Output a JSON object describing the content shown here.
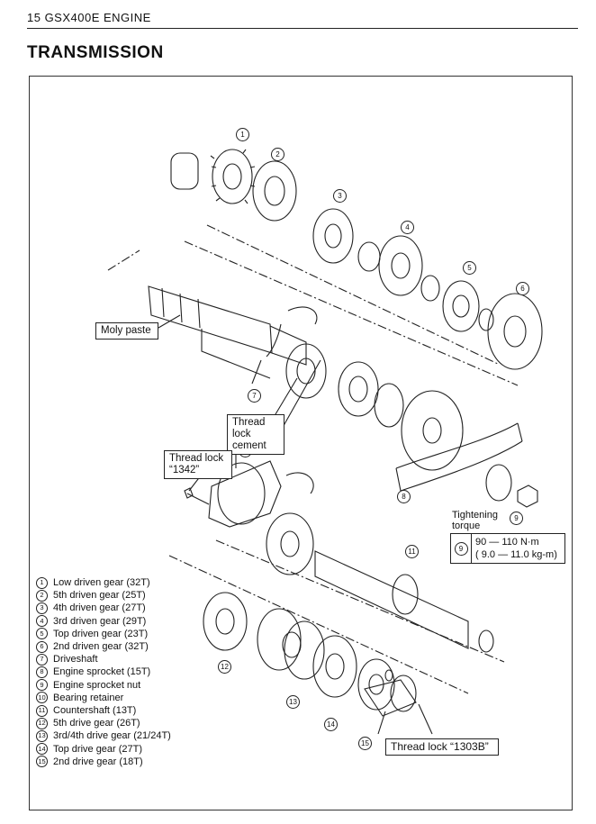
{
  "header": {
    "page_label": "15   GSX400E ENGINE"
  },
  "section_title": "TRANSMISSION",
  "callouts": {
    "moly_paste": "Moly paste",
    "thread_lock_cement_1": "Thread lock",
    "thread_lock_cement_2": "cement",
    "thread_lock_1342_1": "Thread lock",
    "thread_lock_1342_2": "“1342”",
    "thread_lock_1303b": "Thread lock “1303B”"
  },
  "torque": {
    "label_1": "Tightening",
    "label_2": "torque",
    "ref": "9",
    "value_1": "90  —  110 N·m",
    "value_2": "( 9.0 —  11.0 kg-m)"
  },
  "legend": [
    {
      "num": "1",
      "text": "Low driven gear (32T)"
    },
    {
      "num": "2",
      "text": "5th driven gear (25T)"
    },
    {
      "num": "3",
      "text": "4th driven gear (27T)"
    },
    {
      "num": "4",
      "text": "3rd driven gear (29T)"
    },
    {
      "num": "5",
      "text": "Top driven gear (23T)"
    },
    {
      "num": "6",
      "text": "2nd driven gear (32T)"
    },
    {
      "num": "7",
      "text": "Driveshaft"
    },
    {
      "num": "8",
      "text": "Engine sprocket (15T)"
    },
    {
      "num": "9",
      "text": "Engine sprocket nut"
    },
    {
      "num": "10",
      "text": "Bearing retainer"
    },
    {
      "num": "11",
      "text": "Countershaft (13T)"
    },
    {
      "num": "12",
      "text": "5th drive gear (26T)"
    },
    {
      "num": "13",
      "text": "3rd/4th drive gear (21/24T)"
    },
    {
      "num": "14",
      "text": "Top drive gear (27T)"
    },
    {
      "num": "15",
      "text": "2nd drive gear (18T)"
    }
  ],
  "diagram_marks": [
    "1",
    "2",
    "3",
    "4",
    "5",
    "6",
    "7",
    "8",
    "9",
    "10",
    "11",
    "12",
    "13",
    "14",
    "15"
  ]
}
